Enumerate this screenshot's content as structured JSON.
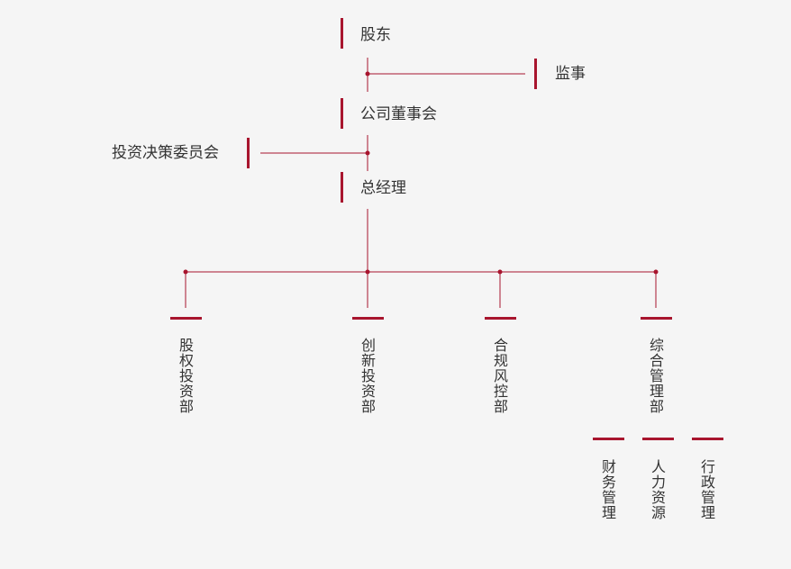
{
  "colors": {
    "accent": "#a8152e",
    "line": "#a8152e",
    "background": "#f5f5f5",
    "text": "#333333"
  },
  "org": {
    "shareholders": "股东",
    "supervisor": "监事",
    "board": "公司董事会",
    "investment_committee": "投资决策委员会",
    "general_manager": "总经理",
    "departments": [
      "股权投资部",
      "创新投资部",
      "合规风控部",
      "综合管理部"
    ],
    "sub_departments": [
      "财务管理",
      "人力资源",
      "行政管理"
    ]
  }
}
